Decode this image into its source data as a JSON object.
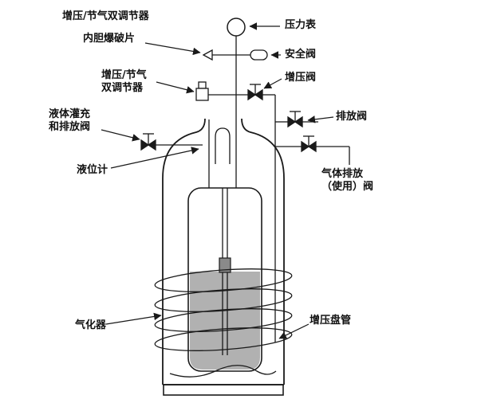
{
  "diagram": {
    "type": "cryogenic-liquid-cylinder-schematic",
    "labels": {
      "regulator_top": "增压/节气双调节器",
      "burst_disc": "内胆爆破片",
      "pressure_gauge": "压力表",
      "safety_valve": "安全阀",
      "regulator_left_line1": "增压/节气",
      "regulator_left_line2": "双调节器",
      "pressurization_valve": "增压阀",
      "fill_drain_valve_line1": "液体灌充",
      "fill_drain_valve_line2": "和排放阀",
      "vent_valve": "排放阀",
      "level_gauge": "液位计",
      "gas_discharge_valve_line1": "气体排放",
      "gas_discharge_valve_line2": "（使用）阀",
      "vaporizer": "气化器",
      "pressurization_coil": "增压盘管"
    },
    "colors": {
      "line": "#1a1a1a",
      "liquid_fill": "#b1b1b1",
      "float_fill": "#8a8a8a",
      "background": "#ffffff",
      "text": "#111111"
    }
  }
}
